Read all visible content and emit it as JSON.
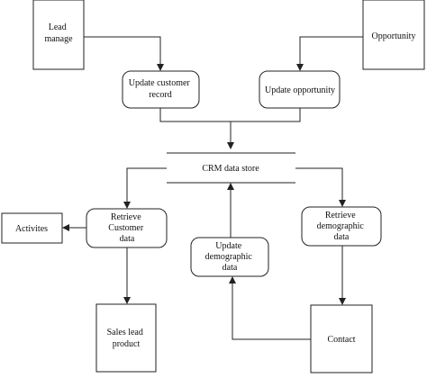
{
  "diagram": {
    "entities": {
      "lead_manage": [
        "Lead",
        "manage"
      ],
      "opportunity": [
        "Opportunity"
      ],
      "activities": [
        "Activites"
      ],
      "sales_lead_product": [
        "Sales lead",
        "product"
      ],
      "contact": [
        "Contact"
      ]
    },
    "processes": {
      "update_customer_record": [
        "Update customer",
        "record"
      ],
      "update_opportunity": [
        "Update opportunity"
      ],
      "retrieve_customer_data": [
        "Retrieve",
        "Customer",
        "data"
      ],
      "update_demographic_data": [
        "Update",
        "demographic",
        "data"
      ],
      "retrieve_demographic_data": [
        "Retrieve",
        "demographic",
        "data"
      ]
    },
    "data_store": {
      "label": "CRM data store"
    },
    "colors": {
      "stroke": "#222222",
      "fill": "#ffffff",
      "text": "#111111"
    }
  }
}
